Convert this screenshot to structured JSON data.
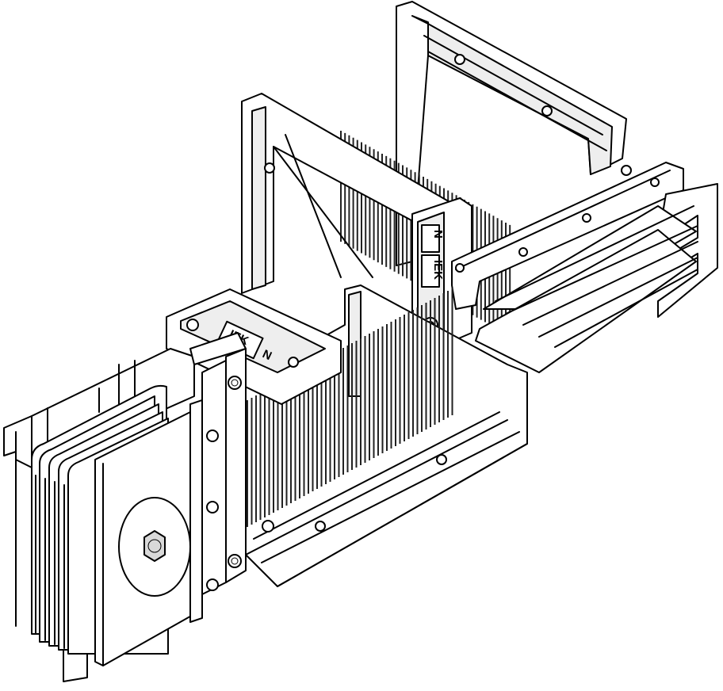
{
  "drawing": {
    "markings": [
      "IEK",
      "IEK"
    ],
    "phase_marks": [
      "N",
      "N"
    ]
  },
  "colors": {
    "line": "#000000",
    "background": "#ffffff",
    "fin_fill": "#444444",
    "panel_fill": "#eeeeee"
  }
}
